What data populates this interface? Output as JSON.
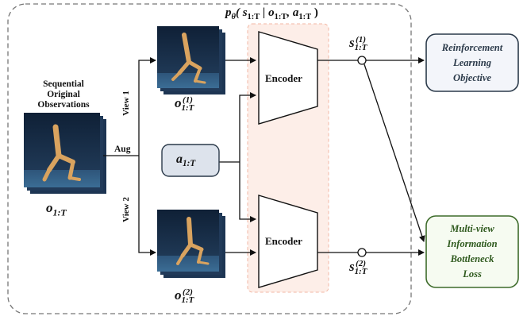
{
  "title": {
    "p": "p",
    "theta": "θ",
    "args": "( s",
    "args_sub": "1:T",
    "bar": " | o",
    "o_sub": "1:T",
    "comma": ", a",
    "a_sub": "1:T",
    "close": " )"
  },
  "left_label": {
    "line1": "Sequential",
    "line2": "Original",
    "line3": "Observations"
  },
  "o_main": {
    "base": "o",
    "sub": "1:T"
  },
  "o_view1": {
    "base": "o",
    "sub": "1:T",
    "sup": "(1)"
  },
  "o_view2": {
    "base": "o",
    "sub": "1:T",
    "sup": "(2)"
  },
  "action": {
    "base": "a",
    "sub": "1:T"
  },
  "aug_label": "Aug",
  "view1_label": "View 1",
  "view2_label": "View 2",
  "encoder_top": "Encoder",
  "encoder_bottom": "Encoder",
  "s_view1": {
    "base": "s",
    "sub": "1:T",
    "sup": "(1)"
  },
  "s_view2": {
    "base": "s",
    "sub": "1:T",
    "sup": "(2)"
  },
  "rl_box": {
    "line1": "Reinforcement",
    "line2": "Learning",
    "line3": "Objective"
  },
  "mib_box": {
    "line1": "Multi-view",
    "line2": "Information",
    "line3": "Bottleneck",
    "line4": "Loss"
  },
  "colors": {
    "rl_border": "#2b3a4a",
    "rl_fill": "#f3f5fa",
    "mib_border": "#3d6b2a",
    "mib_fill": "#f6fbf1",
    "mib_text": "#2f5a1e",
    "encoder_region": "#fdeee8",
    "action_fill": "#dde3ec",
    "frame_sky": "#1b2e4a",
    "frame_floor": "#2f5475",
    "walker": "#d9a35f"
  }
}
